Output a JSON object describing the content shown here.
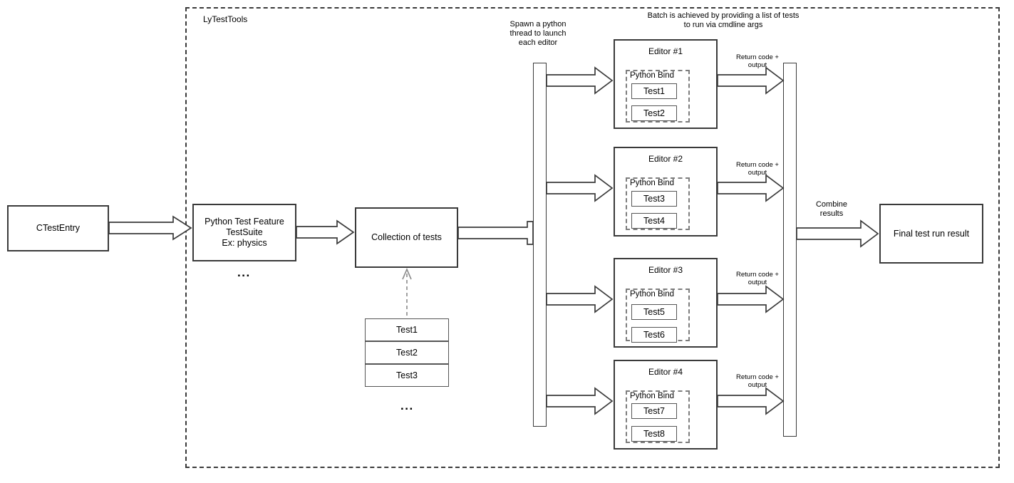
{
  "diagram": {
    "boundary": {
      "title": "LyTestTools"
    },
    "annotations": {
      "spawn_thread": "Spawn a python\nthread to launch\neach editor",
      "batch": "Batch is achieved by providing a list of tests\nto run via cmdline args",
      "combine": "Combine\nresults",
      "return_code": "Return code +\noutput"
    },
    "nodes": {
      "ctest_entry": "CTestEntry",
      "python_test_feature": "Python Test Feature\nTestSuite\nEx: physics",
      "collection_of_tests": "Collection of tests",
      "final_result": "Final test run result"
    },
    "ellipsis": "...",
    "test_stack": {
      "items": [
        "Test1",
        "Test2",
        "Test3"
      ],
      "ellipsis": "..."
    },
    "editors": [
      {
        "title": "Editor #1",
        "group": "Python Bind",
        "tests": [
          "Test1",
          "Test2"
        ],
        "return_label": "Return code +\noutput"
      },
      {
        "title": "Editor #2",
        "group": "Python Bind",
        "tests": [
          "Test3",
          "Test4"
        ],
        "return_label": "Return code +\noutput"
      },
      {
        "title": "Editor #3",
        "group": "Python Bind",
        "tests": [
          "Test5",
          "Test6"
        ],
        "return_label": "Return code +\noutput"
      },
      {
        "title": "Editor #4",
        "group": "Python Bind",
        "tests": [
          "Test7",
          "Test8"
        ],
        "return_label": "Return code +\noutput"
      }
    ],
    "colors": {
      "stroke": "#3a3a3a",
      "dashed_stroke": "#7d7d7d",
      "background": "#ffffff"
    }
  }
}
